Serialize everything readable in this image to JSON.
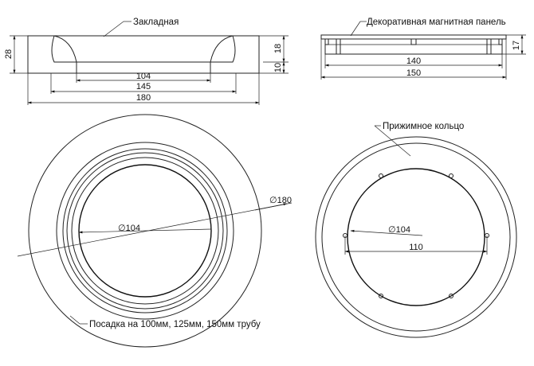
{
  "callouts": {
    "insert": "Закладная",
    "magnetic_panel": "Декоративная магнитная панель",
    "clamp_ring": "Прижимное кольцо",
    "fit": "Посадка на 100мм, 125мм, 150мм трубу"
  },
  "section_left": {
    "height_total": "28",
    "height_top": "18",
    "height_bottom": "10",
    "width_inner": "104",
    "width_mid": "145",
    "width_outer": "180"
  },
  "section_right": {
    "height": "17",
    "width_inner": "140",
    "width_outer": "150"
  },
  "plan_left": {
    "diameter_outer": "∅180",
    "diameter_inner": "∅104"
  },
  "plan_right": {
    "diameter_inner": "∅104",
    "hole_spacing": "110"
  }
}
